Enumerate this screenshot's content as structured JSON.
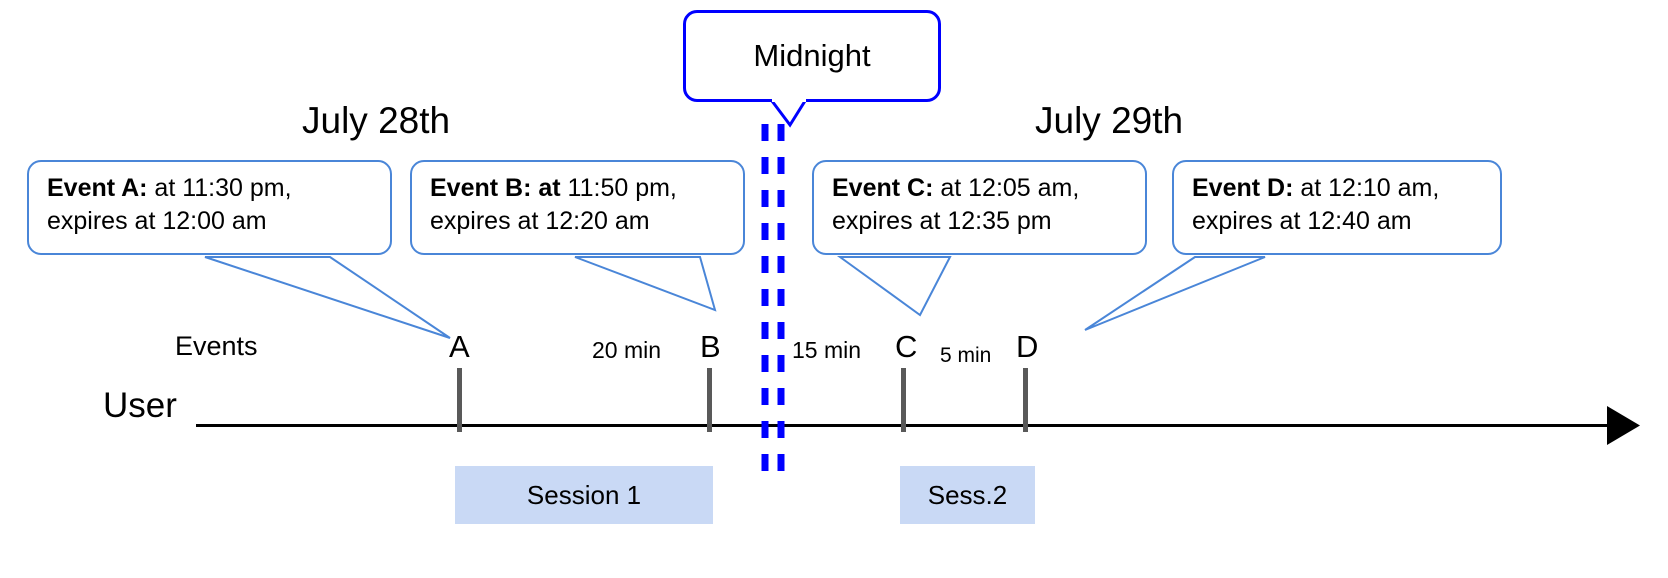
{
  "diagram": {
    "title": "Event expiry timeline across midnight",
    "dates": [
      {
        "label": "July 28th"
      },
      {
        "label": "July 29th"
      }
    ],
    "midnight": {
      "label": "Midnight",
      "line_color": "#0000ff",
      "line_style": "dashed-double"
    },
    "callouts": [
      {
        "id": "event-a",
        "bold": "Event A:",
        "rest_line1": " at 11:30 pm,",
        "line2": "expires at 12:00 am",
        "border_color": "#4a86d8"
      },
      {
        "id": "event-b",
        "bold": "Event B: at",
        "rest_line1": " 11:50 pm,",
        "line2": "expires at 12:20 am",
        "border_color": "#4a86d8"
      },
      {
        "id": "event-c",
        "bold": "Event C:",
        "rest_line1": " at 12:05 am,",
        "line2": "expires at 12:35 pm",
        "border_color": "#4a86d8"
      },
      {
        "id": "event-d",
        "bold": "Event D:",
        "rest_line1": "  at 12:10 am,",
        "line2": "expires at 12:40 am",
        "border_color": "#4a86d8"
      }
    ],
    "axis": {
      "row_label": "User",
      "events_label": "Events",
      "line_color": "#000000",
      "tick_color": "#595959",
      "events": [
        {
          "letter": "A"
        },
        {
          "letter": "B"
        },
        {
          "letter": "C"
        },
        {
          "letter": "D"
        }
      ],
      "intervals": [
        {
          "label": "20 min",
          "between": "A-B"
        },
        {
          "label": "15 min",
          "between": "B-C"
        },
        {
          "label": "5 min",
          "between": "C-D"
        }
      ]
    },
    "sessions": [
      {
        "label": "Session 1",
        "color": "#c9d9f5"
      },
      {
        "label": "Sess.2",
        "color": "#c9d9f5"
      }
    ]
  }
}
